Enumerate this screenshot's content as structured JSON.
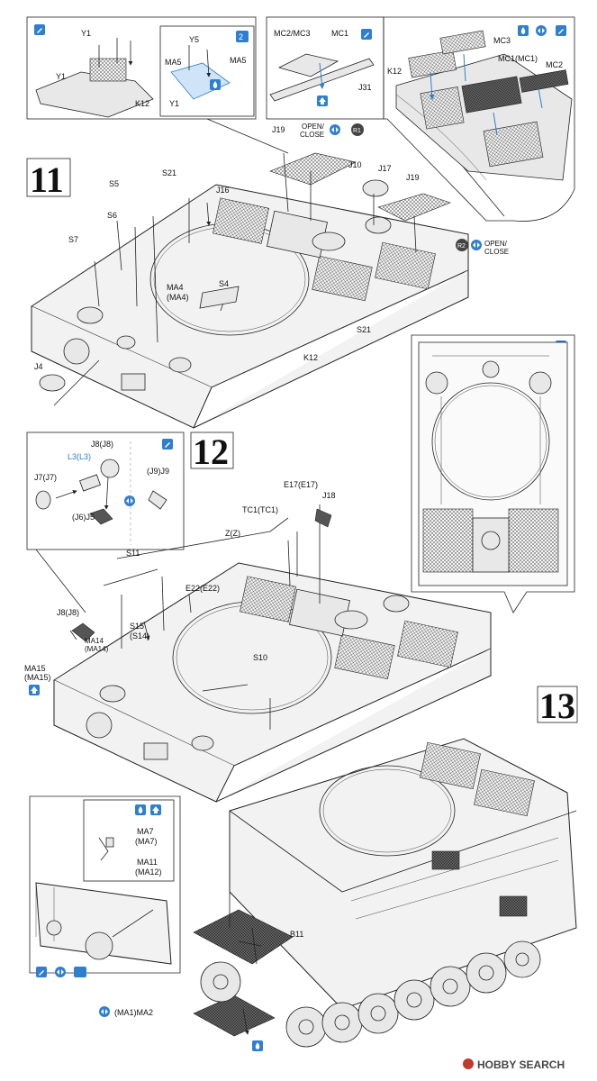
{
  "steps": [
    {
      "number": "11",
      "callouts": {
        "left_inset": [
          "Y1",
          "Y1",
          "K12",
          "Y5",
          "MA5",
          "MA5",
          "Y1"
        ],
        "left_inset_badge": "2",
        "center_inset": [
          "MC2/MC3",
          "MC1",
          "J31"
        ],
        "right_inset": [
          "MC3",
          "K12",
          "MC1(MC1)",
          "MC2"
        ]
      },
      "parts": [
        "J19",
        "J10",
        "J17",
        "J19",
        "S21",
        "S5",
        "J16",
        "S6",
        "S7",
        "MA4",
        "(MA4)",
        "S4",
        "S21",
        "K12",
        "J4"
      ],
      "open_close": [
        {
          "badge": "R1",
          "text": "OPEN/\nCLOSE"
        },
        {
          "badge": "R2",
          "text": "OPEN/\nCLOSE"
        }
      ]
    },
    {
      "number": "12",
      "inset_parts": [
        "L3(L3)",
        "J8(J8)",
        "J7(J7)",
        "(J9)J9",
        "(J6)J5"
      ],
      "parts": [
        "E17(E17)",
        "J18",
        "TC1(TC1)",
        "Z(Z)",
        "S11",
        "E22(E22)",
        "J8(J8)",
        "MA14",
        "(MA14)",
        "S15",
        "(S14)",
        "MA15",
        "(MA15)",
        "S10"
      ]
    },
    {
      "number": "13",
      "inset_parts": [
        "MA7",
        "(MA7)",
        "MA11",
        "(MA12)"
      ],
      "parts": [
        "B11",
        "(MA1)MA2"
      ]
    }
  ],
  "watermark": "HOBBY SEARCH",
  "icons": [
    "paint-icon",
    "cement-icon",
    "choose-option-icon",
    "upward-orientation-icon",
    "decal-icon",
    "photo-etch-icon"
  ],
  "colors": {
    "accent_blue": "#2f7fd0",
    "ink": "#111111",
    "watermark_red": "#c0392b"
  }
}
